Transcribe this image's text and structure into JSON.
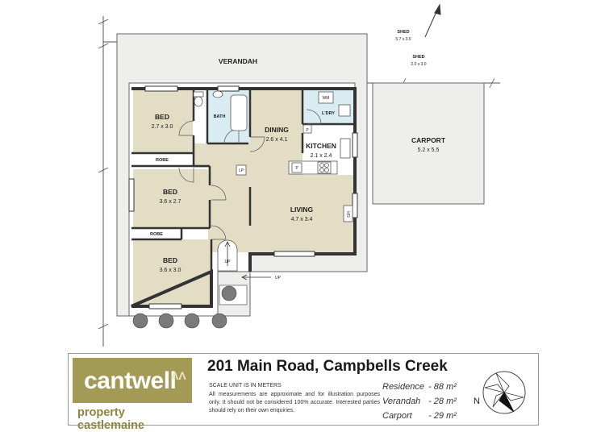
{
  "plan": {
    "verandah": {
      "name": "VERANDAH"
    },
    "shed1": {
      "name": "SHED",
      "dim": "5.7 x 3.0"
    },
    "shed2": {
      "name": "SHED",
      "dim": "2.0 x 3.0"
    },
    "carport": {
      "name": "CARPORT",
      "dim": "5.2 x 5.5"
    },
    "bed1": {
      "name": "BED",
      "dim": "2.7 x 3.0"
    },
    "bed2": {
      "name": "BED",
      "dim": "3.6 x 2.7"
    },
    "bed3": {
      "name": "BED",
      "dim": "3.6 x 3.0"
    },
    "bath": {
      "name": "BATH"
    },
    "dining": {
      "name": "DINING",
      "dim": "2.6 x 4.1"
    },
    "kitchen": {
      "name": "KITCHEN",
      "dim": "2.1 x 2.4"
    },
    "laundry": {
      "name": "L'DRY"
    },
    "living": {
      "name": "LIVING",
      "dim": "4.7 x 3.4"
    },
    "robe1": "ROBE",
    "robe2": "ROBE",
    "lp": "LP",
    "pantry1": "P",
    "pantry2": "P",
    "wm": "WM",
    "gh": "GH",
    "up1": "UP",
    "up2": "UP"
  },
  "info": {
    "logo_word": "cantwell",
    "logo_mark": "ΛΛ",
    "logo_sub": "property castlemaine",
    "address": "201 Main Road, Campbells Creek",
    "scale_note": "SCALE UNIT IS IN METERS",
    "disclaimer": "All measurements are approximate and for illustration purposes only. It should not be considered 100% accurate. Interested parties should rely on their own enquiries.",
    "areas": [
      {
        "name": "Residence",
        "value": "- 88 m²"
      },
      {
        "name": "Verandah",
        "value": "- 28 m²"
      },
      {
        "name": "Carport",
        "value": "- 29 m²"
      }
    ],
    "compass_label": "N"
  },
  "colors": {
    "room_fill": "#e2ddc4",
    "verandah_fill": "#eeeeed",
    "wall": "#333333",
    "kitchen_fill": "#ffffff",
    "wetarea_fill": "#d9ecf1",
    "brand": "#a29a55"
  }
}
